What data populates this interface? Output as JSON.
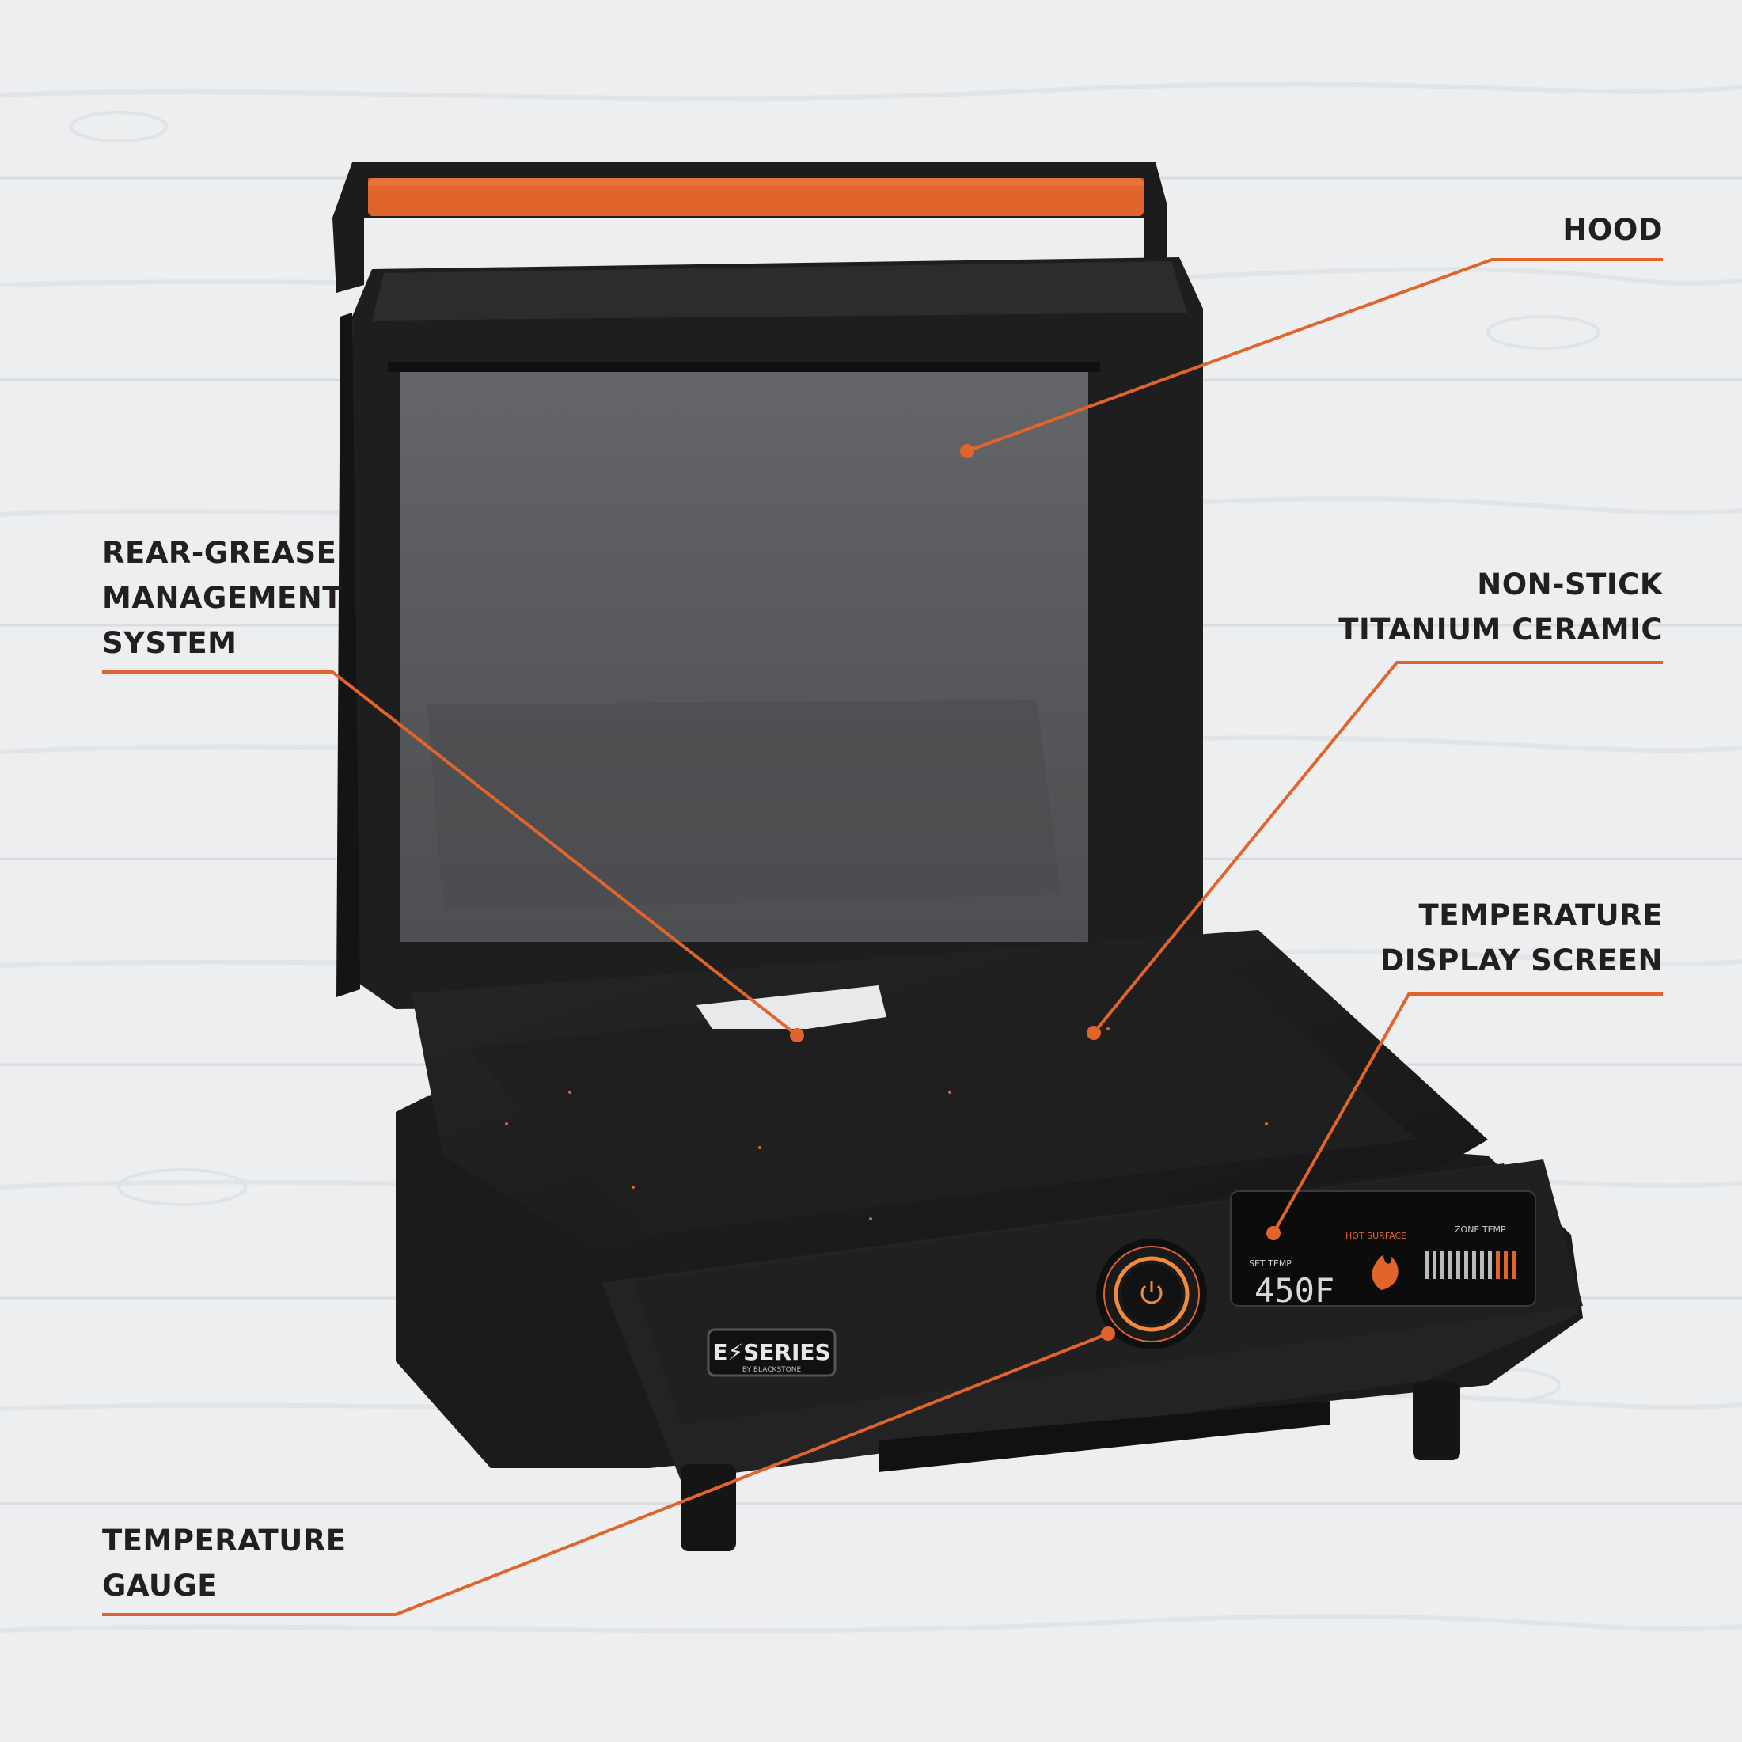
{
  "colors": {
    "background": "#eceef0",
    "wood_grain": "#dfe2e5",
    "accent": "#e0642b",
    "label_text": "#231f20",
    "body": "#1b1b1c",
    "glass": "#5b5c5f"
  },
  "callouts": {
    "hood": [
      "HOOD"
    ],
    "rear_grease": [
      "REAR-GREASE",
      "MANAGEMENT",
      "SYSTEM"
    ],
    "non_stick": [
      "NON-STICK",
      "TITANIUM CERAMIC"
    ],
    "temp_display": [
      "TEMPERATURE",
      "DISPLAY SCREEN"
    ],
    "temp_gauge": [
      "TEMPERATURE",
      "GAUGE"
    ]
  },
  "product": {
    "brand_logo": "E⚡SERIES",
    "brand_sub": "BY BLACKSTONE",
    "display": {
      "set_temp_label": "SET TEMP",
      "set_temp_value": "450F",
      "hot_surface_label": "HOT SURFACE",
      "zone_temp_label": "ZONE TEMP"
    }
  }
}
